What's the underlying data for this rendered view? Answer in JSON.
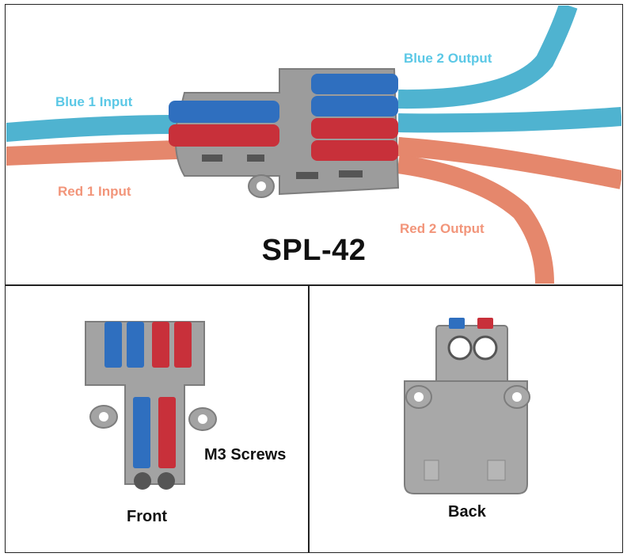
{
  "top": {
    "model_title": "SPL-42",
    "labels": {
      "blue_input": "Blue 1 Input",
      "blue_output": "Blue 2 Output",
      "red_input": "Red 1 Input",
      "red_output": "Red 2 Output"
    }
  },
  "front": {
    "caption": "Front",
    "screws": "M3 Screws"
  },
  "back": {
    "caption": "Back"
  },
  "colors": {
    "blue_wire": "#4fb3d0",
    "red_wire": "#e5876c",
    "blue_lever": "#2f6fbf",
    "red_lever": "#c8303a",
    "housing": "#9a9a9a",
    "blue_text": "#5bc8e6",
    "red_text": "#f2957a"
  }
}
